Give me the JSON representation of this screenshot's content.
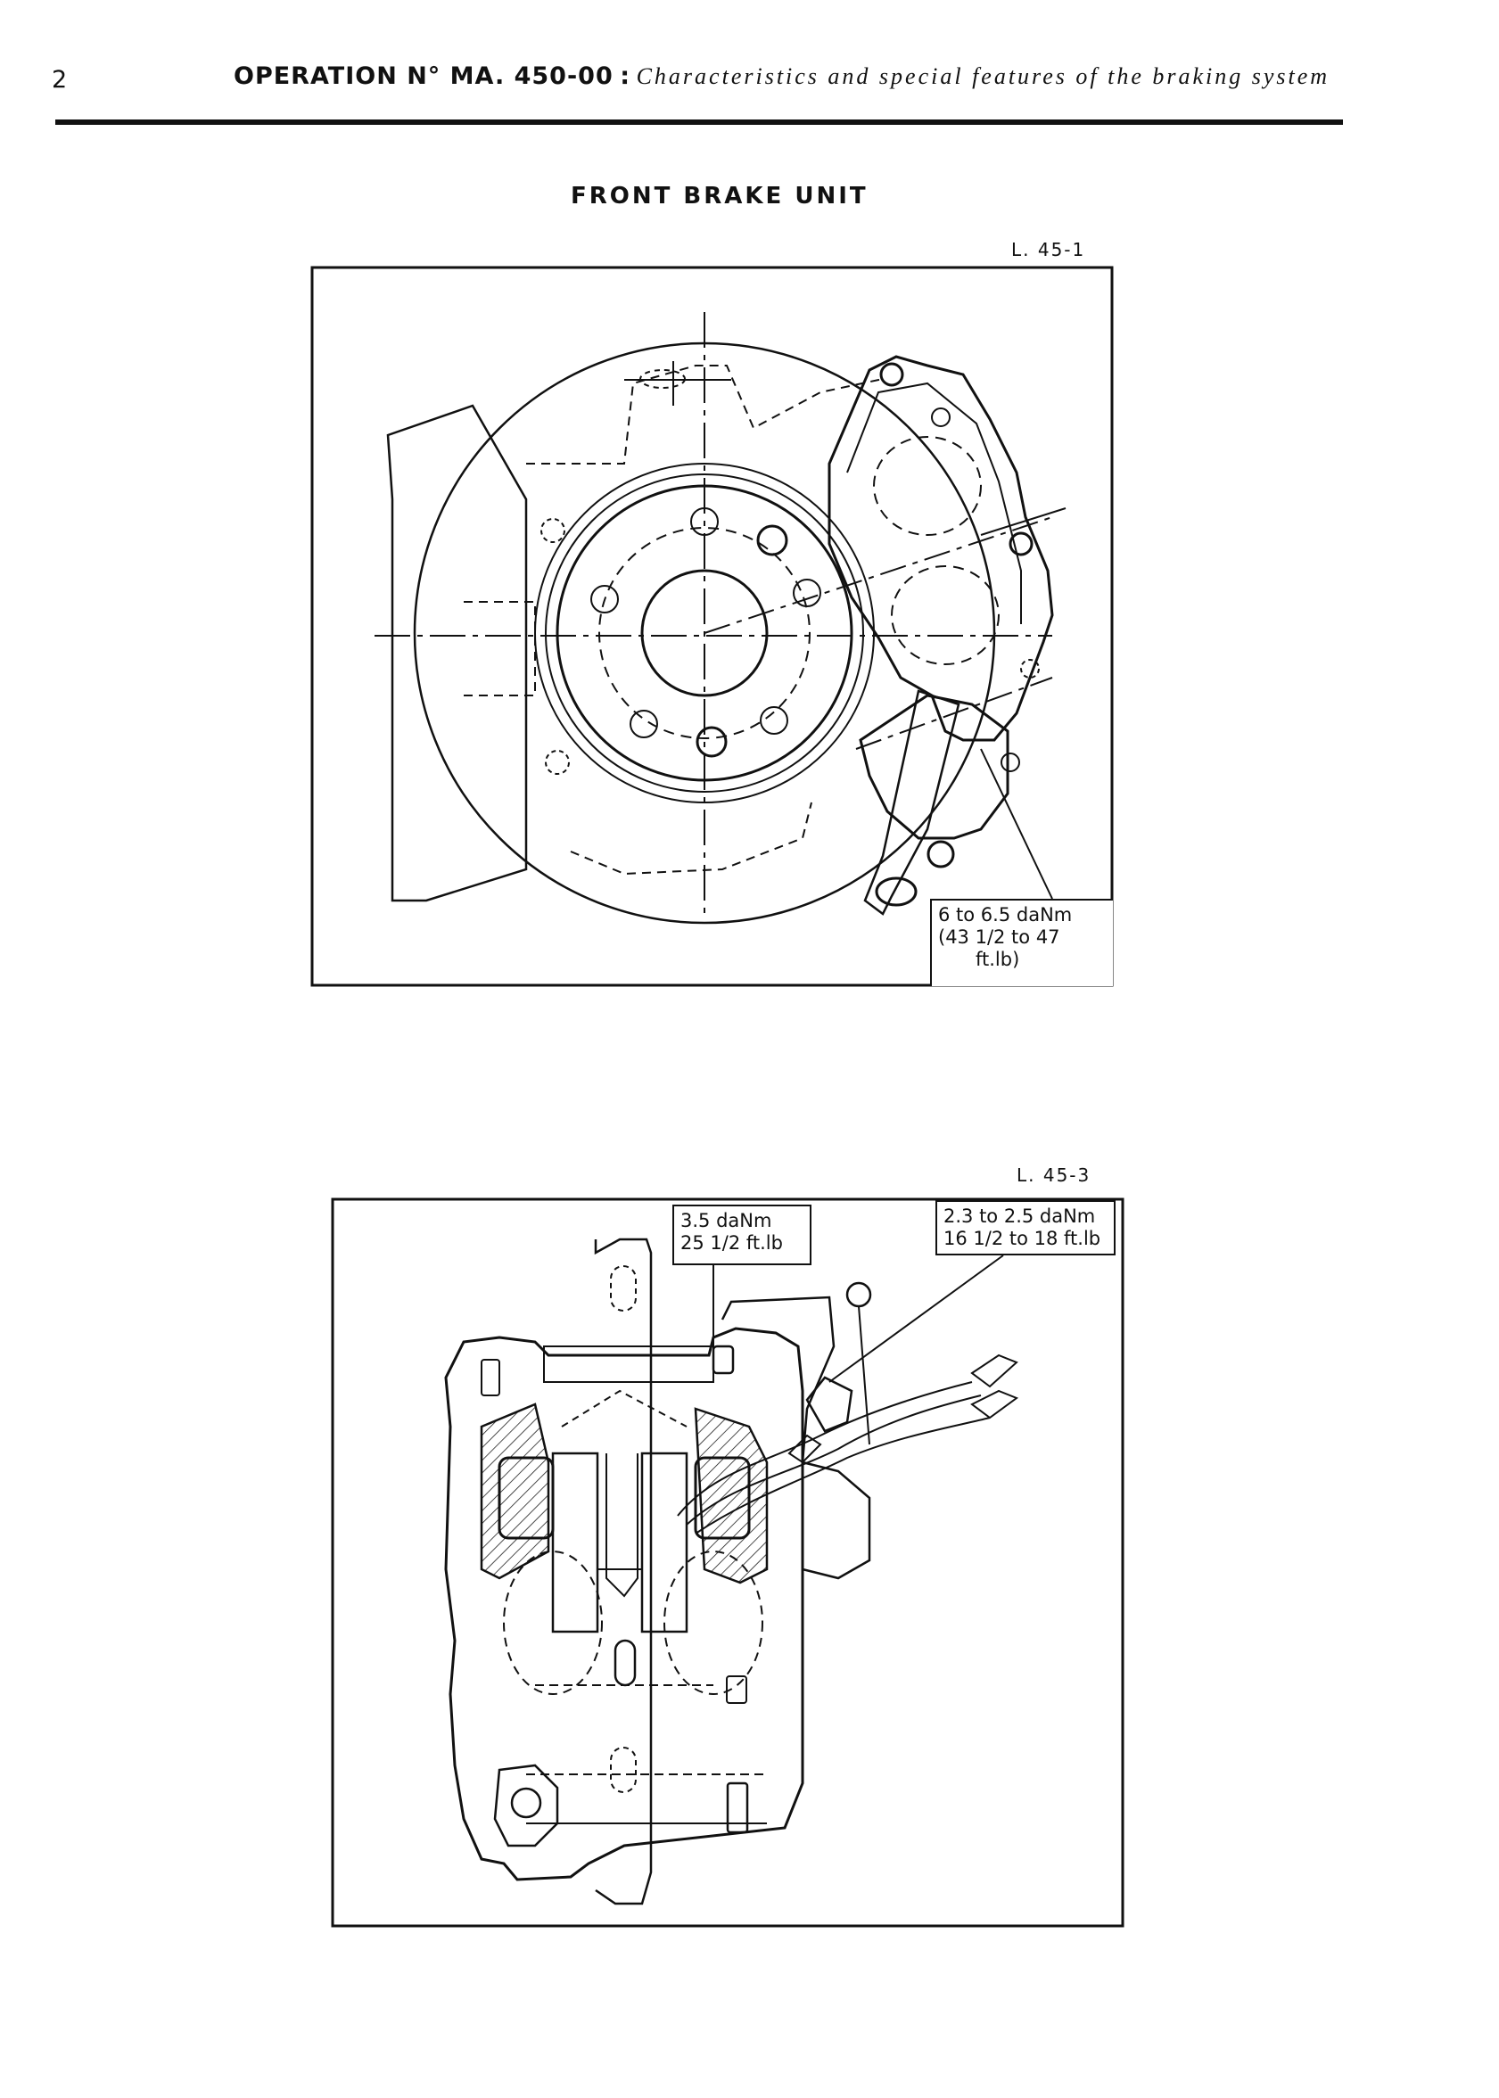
{
  "header": {
    "page_number": "2",
    "operation": "OPERATION N° MA. 450-00",
    "separator": ":",
    "title": "Characteristics and special features of the braking system"
  },
  "section_title": "FRONT BRAKE UNIT",
  "figures": [
    {
      "ref": "L. 45-1",
      "callouts": [
        {
          "line1": "6 to 6.5 daNm",
          "line2": "(43 1/2 to 47",
          "line3": "ft.lb)"
        }
      ]
    },
    {
      "ref": "L. 45-3",
      "callouts": [
        {
          "line1": "3.5 daNm",
          "line2": "25 1/2 ft.lb"
        },
        {
          "line1": "2.3 to 2.5 daNm",
          "line2": "16 1/2 to 18 ft.lb"
        }
      ]
    }
  ]
}
